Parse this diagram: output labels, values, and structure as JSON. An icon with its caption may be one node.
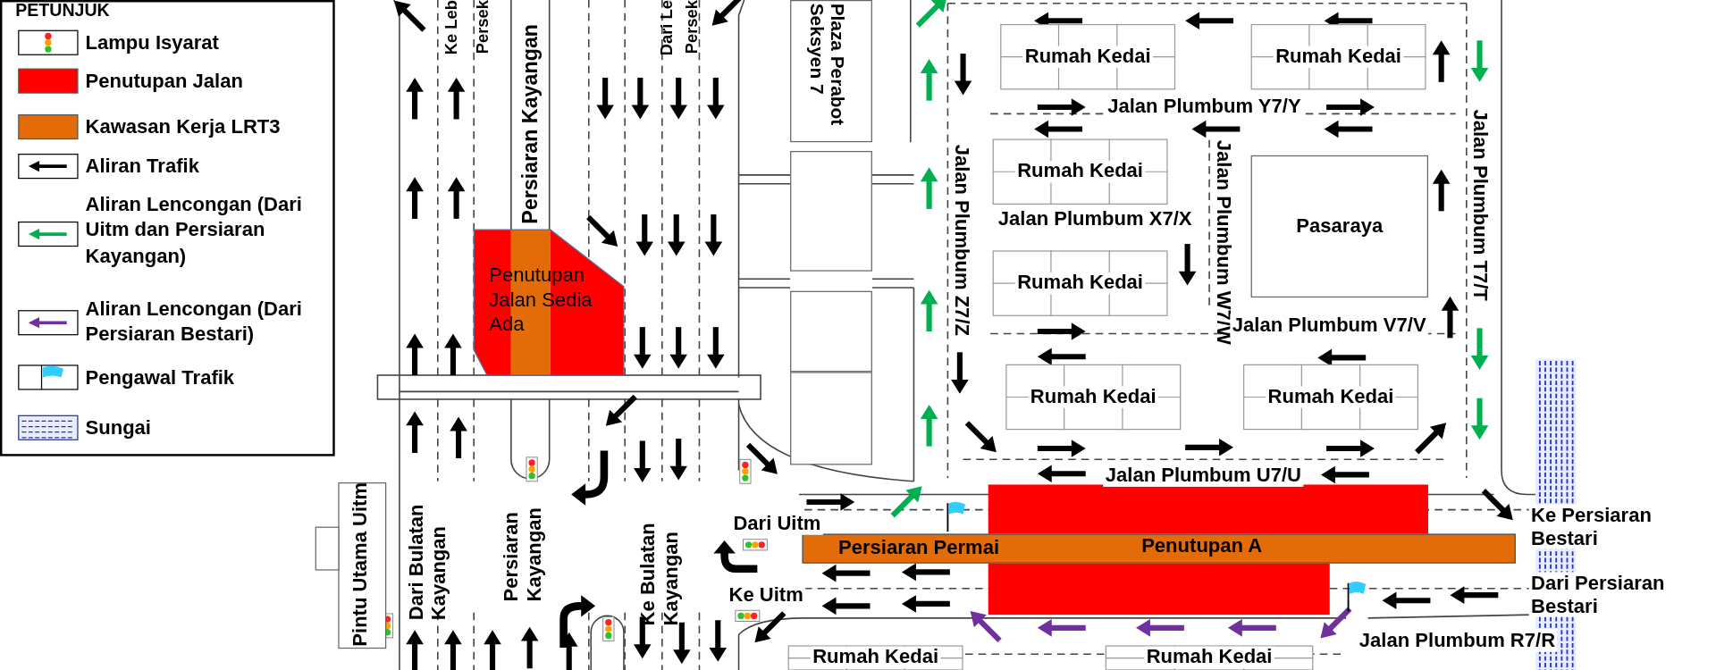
{
  "diagram": {
    "nodes": [
      {
        "text": [
          "Penutupan Jalan Sedia Ada"
        ]
      },
      {
        "text": [
          "Plaza Perabot Seksyen 7"
        ]
      },
      {
        "text": [],
        "shape": "box"
      },
      {
        "text": [],
        "shape": "box"
      },
      {
        "text": [],
        "shape": "box"
      },
      {
        "text": [
          "Rumah Kedai"
        ]
      },
      {
        "text": [
          "Rumah Kedai"
        ]
      },
      {
        "text": [
          "Rumah Kedai"
        ]
      },
      {
        "text": [
          "Pasaraya"
        ]
      },
      {
        "text": [
          "Rumah Kedai"
        ]
      },
      {
        "text": [
          "Rumah Kedai"
        ]
      },
      {
        "text": [
          "Rumah Kedai"
        ]
      },
      {
        "text": [
          "Penutupan A"
        ]
      },
      {
        "text": [
          "Pintu Utama Uitm"
        ]
      },
      {
        "text": [
          "Rumah Kedai"
        ]
      },
      {
        "text": [
          "Rumah Kedai"
        ]
      }
    ],
    "labels": [
      "PETUNJUK",
      "Ke Leb",
      "Persek",
      "Persiaran Kayangan",
      "Dari Le",
      "Persek",
      "Jalan Plumbum Y7/Y",
      "Jalan Plumbum Z7/Z",
      "Jalan Plumbum W7/W",
      "Jalan Plumbum T7/T",
      "Jalan Plumbum X7/X",
      "Jalan Plumbum V7/V",
      "Jalan Plumbum U7/U",
      "Dari Uitm",
      "Ke Persiaran Bestari",
      "Persiaran Permai",
      "Ke Uitm",
      "Dari Persiaran Bestari",
      "Jalan Plumbum R7/R",
      "Dari Bulatan Kayangan",
      "Persiaran Kayangan",
      "Ke Bulatan Kayangan"
    ],
    "legend": [
      {
        "text": "Lampu Isyarat"
      },
      {
        "text": "Penutupan Jalan",
        "color": "#ff0000"
      },
      {
        "text": "Kawasan Kerja LRT3",
        "color": "#e36c09"
      },
      {
        "text": "Aliran Trafik"
      },
      {
        "text": "Aliran Lencongan (Dari Uitm dan Persiaran Kayangan)"
      },
      {
        "text": "Aliran Lencongan (Dari Persiaran Bestari)"
      },
      {
        "text": "Pengawal Trafik"
      },
      {
        "text": "Sungai"
      }
    ]
  }
}
